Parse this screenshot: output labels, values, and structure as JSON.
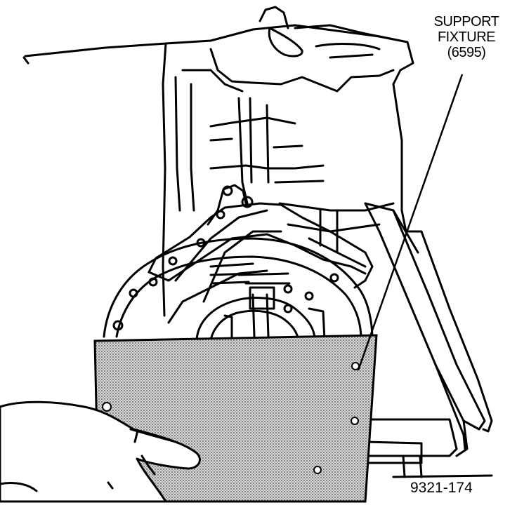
{
  "callout": {
    "line1": "SUPPORT",
    "line2": "FIXTURE",
    "line3": "(6595)"
  },
  "figure_number": "9321-174"
}
